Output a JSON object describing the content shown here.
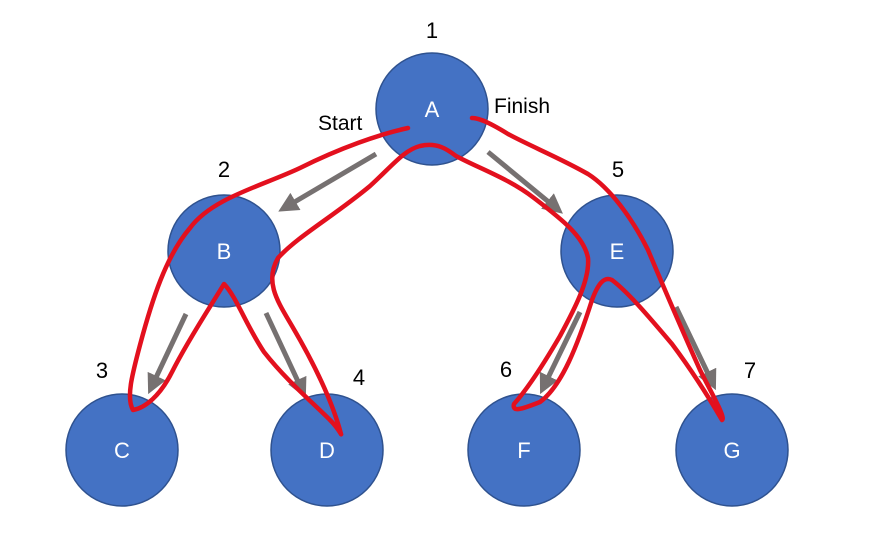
{
  "colors": {
    "node_fill": "#4472c4",
    "node_text": "#ffffff",
    "arrow": "#767171",
    "traversal_path": "#e3101e",
    "label_text": "#000000"
  },
  "nodes": [
    {
      "id": "A",
      "label": "A",
      "order": "1"
    },
    {
      "id": "B",
      "label": "B",
      "order": "2"
    },
    {
      "id": "C",
      "label": "C",
      "order": "3"
    },
    {
      "id": "D",
      "label": "D",
      "order": "4"
    },
    {
      "id": "E",
      "label": "E",
      "order": "5"
    },
    {
      "id": "F",
      "label": "F",
      "order": "6"
    },
    {
      "id": "G",
      "label": "G",
      "order": "7"
    }
  ],
  "edges": [
    {
      "from": "A",
      "to": "B"
    },
    {
      "from": "A",
      "to": "E"
    },
    {
      "from": "B",
      "to": "C"
    },
    {
      "from": "B",
      "to": "D"
    },
    {
      "from": "E",
      "to": "F"
    },
    {
      "from": "E",
      "to": "G"
    }
  ],
  "annotations": {
    "start": "Start",
    "finish": "Finish"
  }
}
